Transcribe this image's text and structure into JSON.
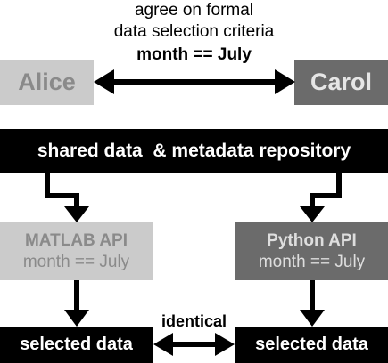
{
  "agreement": {
    "line1": "agree on formal",
    "line2": "data selection criteria",
    "line3": "month == July"
  },
  "people": {
    "alice": "Alice",
    "carol": "Carol"
  },
  "repository": {
    "label": "shared data  & metadata repository"
  },
  "apis": {
    "matlab": {
      "title": "MATLAB API",
      "criteria": "month == July"
    },
    "python": {
      "title": "Python API",
      "criteria": "month == July"
    }
  },
  "outputs": {
    "left": "selected data",
    "right": "selected data",
    "relation": "identical"
  },
  "colors": {
    "alice_box": "#cbcbcb",
    "alice_text": "#8a8a8a",
    "carol_box": "#6b6b6b",
    "carol_text": "#e6e6e6",
    "repository_box": "#000000",
    "matlab_box": "#cbcbcb",
    "matlab_text": "#8a8a8a",
    "python_box": "#6b6b6b",
    "python_text": "#dedede",
    "arrow": "#000000"
  }
}
